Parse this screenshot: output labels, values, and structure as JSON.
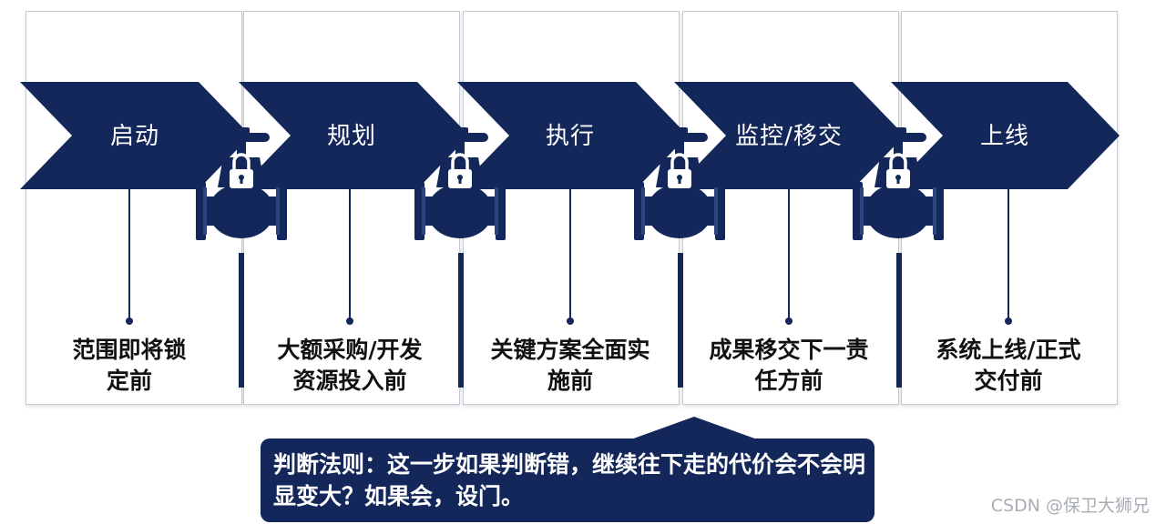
{
  "stages": [
    {
      "label": "启动",
      "gate": "范围即将锁定前"
    },
    {
      "label": "规划",
      "gate": "大额采购/开发资源投入前"
    },
    {
      "label": "执行",
      "gate": "关键方案全面实施前"
    },
    {
      "label": "监控/移交",
      "gate": "成果移交下一责任方前"
    },
    {
      "label": "上线",
      "gate": "系统上线/正式交付前"
    }
  ],
  "gates": [
    {
      "icon": "lock-valve-icon"
    },
    {
      "icon": "lock-valve-icon"
    },
    {
      "icon": "lock-valve-icon"
    },
    {
      "icon": "lock-valve-icon"
    }
  ],
  "rule": {
    "text": "判断法则：这一步如果判断错，继续往下走的代价会不会明显变大？如果会，设门。"
  },
  "watermark": "CSDN @保卫大狮兄",
  "colors": {
    "navy": "#13275a",
    "border": "#c5cbd5"
  }
}
